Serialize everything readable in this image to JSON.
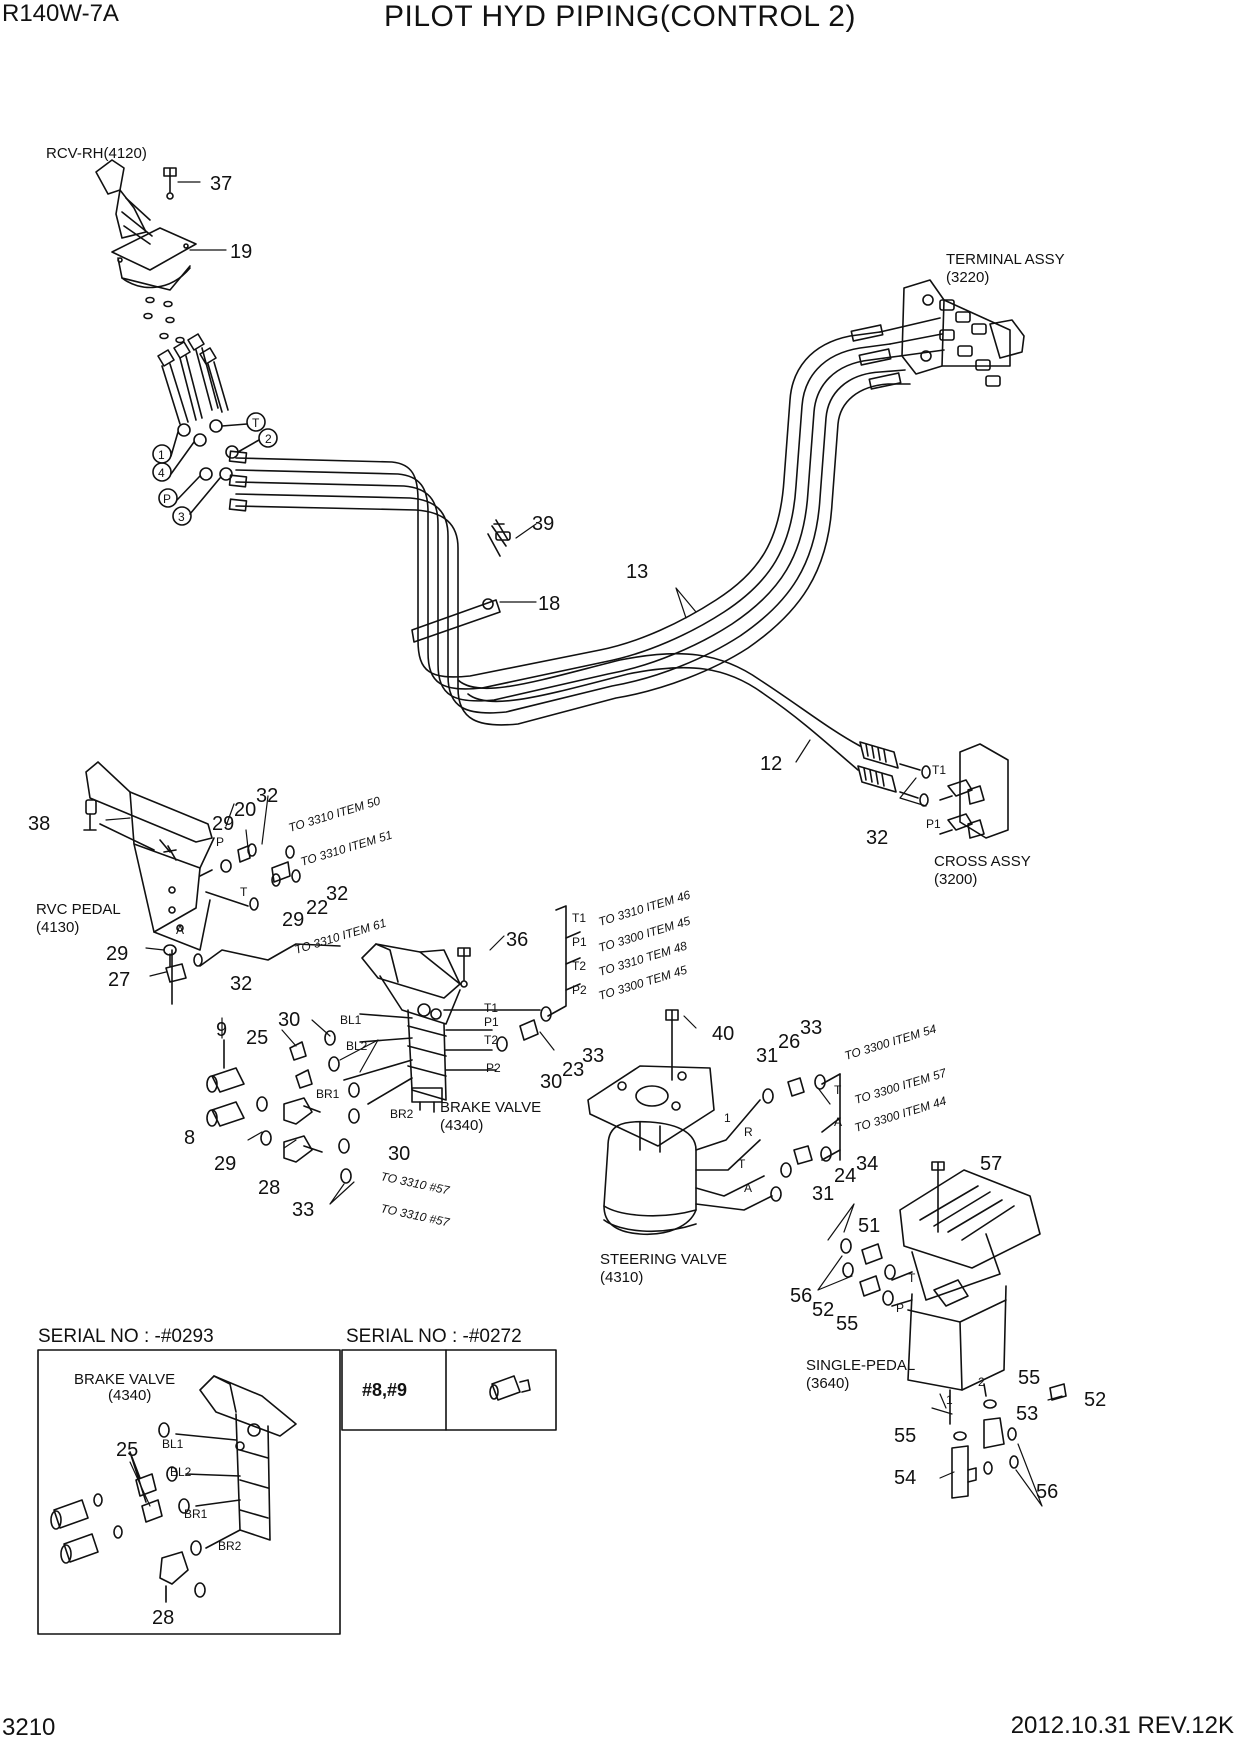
{
  "header": {
    "model": "R140W-7A",
    "title": "PILOT HYD PIPING(CONTROL 2)"
  },
  "footer": {
    "page": "3210",
    "revision": "2012.10.31  REV.12K"
  },
  "components": {
    "rcv_rh": "RCV-RH(4120)",
    "terminal_name": "TERMINAL ASSY",
    "terminal_code": "(3220)",
    "cross_name": "CROSS ASSY",
    "cross_code": "(3200)",
    "rvc_name": "RVC PEDAL",
    "rvc_code": "(4130)",
    "brake_name": "BRAKE VALVE",
    "brake_code": "(4340)",
    "steer_name": "STEERING VALVE",
    "steer_code": "(4310)",
    "single_name": "SINGLE-PEDAL",
    "single_code": "(3640)"
  },
  "ports": {
    "T": "T",
    "P": "P",
    "A": "A",
    "R": "R",
    "one": "1",
    "two": "2",
    "three": "3",
    "four": "4",
    "T1": "T1",
    "P1": "P1",
    "T2": "T2",
    "P2": "P2",
    "BL1": "BL1",
    "BL2": "BL2",
    "BR1": "BR1",
    "BR2": "BR2"
  },
  "notes": {
    "i50": "TO 3310 ITEM 50",
    "i51": "TO 3310 ITEM 51",
    "i61": "TO 3310 ITEM 61",
    "i46": "TO 3310 ITEM 46",
    "i45": "TO 3300 ITEM 45",
    "t48": "TO 3310 TEM 48",
    "t45": "TO 3300 TEM 45",
    "i54": "TO 3300 ITEM 54",
    "i57": "TO 3300 ITEM 57",
    "i44": "TO 3300 ITEM 44",
    "h57a": "TO 3310 #57",
    "h57b": "TO 3310 #57"
  },
  "items": {
    "p8": "8",
    "p9": "9",
    "p12": "12",
    "p13": "13",
    "p18": "18",
    "p19": "19",
    "p20": "20",
    "p22": "22",
    "p23": "23",
    "p24": "24",
    "p25": "25",
    "p26": "26",
    "p27": "27",
    "p28": "28",
    "p29": "29",
    "p30": "30",
    "p31": "31",
    "p32": "32",
    "p33": "33",
    "p34": "34",
    "p36": "36",
    "p37": "37",
    "p38": "38",
    "p39": "39",
    "p40": "40",
    "p51": "51",
    "p52": "52",
    "p53": "53",
    "p54": "54",
    "p55": "55",
    "p56": "56",
    "p57": "57"
  },
  "inset_left": {
    "serial": "SERIAL NO : -#0293",
    "brake_name": "BRAKE VALVE",
    "brake_code": "(4340)"
  },
  "inset_right": {
    "serial": "SERIAL NO : -#0272",
    "cell_label": "#8,#9"
  }
}
